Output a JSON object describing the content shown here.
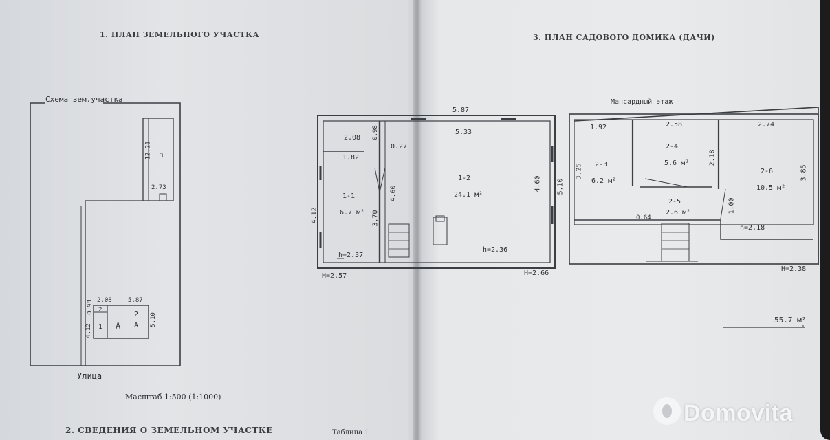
{
  "headers": {
    "land_plan": "1. ПЛАН ЗЕМЕЛЬНОГО УЧАСТКА",
    "house_plan": "3. ПЛАН САДОВОГО ДОМИКА (ДАЧИ)",
    "land_info": "2. СВЕДЕНИЯ О ЗЕМЕЛЬНОМ УЧАСТКЕ",
    "table": "Таблица 1"
  },
  "site_scheme": {
    "title": "Схема зем.участка",
    "street": "Улица",
    "scale": "Масштаб 1:500 (1:1000)",
    "dims": {
      "top": "2.08",
      "top_right": "5.87",
      "left1": "0.98",
      "left2": "4.12",
      "right": "5.10",
      "d1": "12.21",
      "d2": "2.73"
    },
    "labels": {
      "r1": "1",
      "r2": "2",
      "r2b": "2",
      "a1": "А",
      "a2": "А",
      "b3": "3"
    }
  },
  "ground_floor": {
    "dims": {
      "top_outer": "5.87",
      "top_inner": "5.33",
      "w1": "2.08",
      "w2": "0.98",
      "w3": "0.27",
      "w4": "1.82",
      "left": "4.12",
      "mid1": "4.60",
      "mid2": "3.70",
      "right_inner": "4.60",
      "right_outer": "5.10"
    },
    "rooms": [
      {
        "id": "1-1",
        "area": "6.7 м²"
      },
      {
        "id": "1-2",
        "area": "24.1 м²"
      }
    ],
    "heights": {
      "h1": "h=2.37",
      "h2": "h=2.36",
      "H1": "H=2.57",
      "H2": "H=2.66"
    }
  },
  "attic_floor": {
    "title": "Мансардный этаж",
    "dims": {
      "d1": "1.92",
      "d2": "2.58",
      "d3": "2.74",
      "left": "3.25",
      "mid": "2.18",
      "right": "3.85",
      "d4": "1.00",
      "d5": "0.64"
    },
    "rooms": [
      {
        "id": "2-3",
        "area": "6.2 м²"
      },
      {
        "id": "2-4",
        "area": "5.6 м²"
      },
      {
        "id": "2-5",
        "area": "2.6 м²"
      },
      {
        "id": "2-6",
        "area": "10.5 м²"
      }
    ],
    "heights": {
      "h": "h=2.18",
      "H": "H=2.38"
    }
  },
  "total_area": "55.7 м²",
  "watermark": "Domovita"
}
